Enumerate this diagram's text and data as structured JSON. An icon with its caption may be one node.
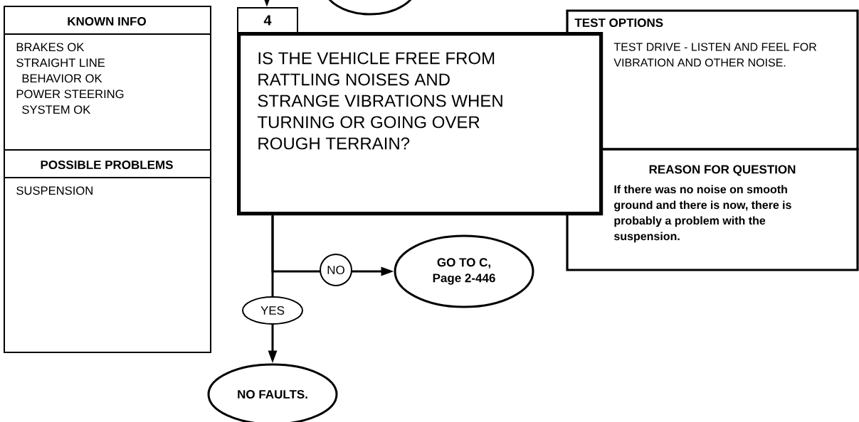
{
  "diagram": {
    "nodes": [
      {
        "text": [
          "KNOWN INFO",
          "BRAKES OK",
          "STRAIGHT LINE BEHAVIOR OK",
          "POWER STEERING SYSTEM OK"
        ]
      },
      {
        "text": [
          "POSSIBLE PROBLEMS",
          "SUSPENSION"
        ]
      },
      {
        "text": [
          "4"
        ]
      },
      {
        "text": [
          "IS THE VEHICLE FREE FROM RATTLING NOISES AND STRANGE VIBRATIONS WHEN TURNING OR GOING OVER ROUGH TERRAIN?"
        ]
      },
      {
        "text": [
          "TEST OPTIONS",
          "TEST DRIVE - LISTEN AND FEEL FOR VIBRATION AND OTHER NOISE."
        ]
      },
      {
        "text": [
          "REASON FOR QUESTION",
          "If there was no noise on smooth ground and there is now, there is probably a problem with the suspension."
        ]
      },
      {
        "text": [],
        "shape": "ellipse"
      },
      {
        "text": [
          "GO TO C, Page 2-446"
        ]
      },
      {
        "text": [
          "NO FAULTS."
        ]
      }
    ],
    "edges": [
      {
        "from": null,
        "to": 2,
        "arrow": "to"
      },
      {
        "from": 3,
        "to": 7,
        "arrow": "to",
        "label": "NO"
      },
      {
        "from": 3,
        "to": 8,
        "arrow": "to",
        "label": "YES"
      }
    ]
  }
}
